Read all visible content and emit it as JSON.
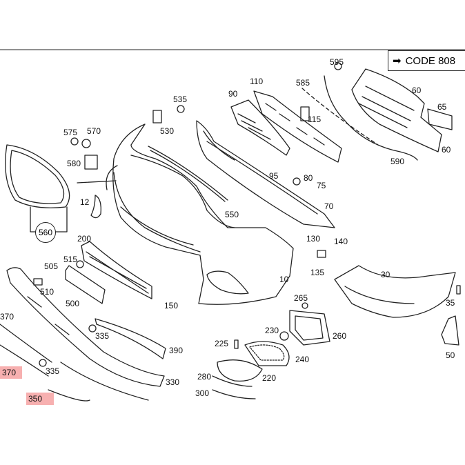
{
  "code_box": {
    "text": "CODE 808",
    "arrow_icon": "arrow-right-icon"
  },
  "highlight_color": "#f7b0b0",
  "callouts": {
    "c10": "10",
    "c12": "12",
    "c30": "30",
    "c35": "35",
    "c50": "50",
    "c60a": "60",
    "c60b": "60",
    "c65": "65",
    "c70": "70",
    "c75": "75",
    "c80": "80",
    "c90": "90",
    "c95": "95",
    "c110": "110",
    "c115": "115",
    "c130": "130",
    "c135": "135",
    "c140": "140",
    "c150": "150",
    "c200": "200",
    "c220": "220",
    "c225": "225",
    "c230": "230",
    "c240": "240",
    "c260": "260",
    "c265": "265",
    "c280": "280",
    "c300": "300",
    "c330": "330",
    "c335a": "335",
    "c335b": "335",
    "c370": "370",
    "c390": "390",
    "c500": "500",
    "c505": "505",
    "c510": "510",
    "c515": "515",
    "c530": "530",
    "c535": "535",
    "c550": "550",
    "c560": "560",
    "c570": "570",
    "c575": "575",
    "c580": "580",
    "c585": "585",
    "c590": "590",
    "c595": "595"
  },
  "highlighted": {
    "h370": "370",
    "h350": "350"
  }
}
